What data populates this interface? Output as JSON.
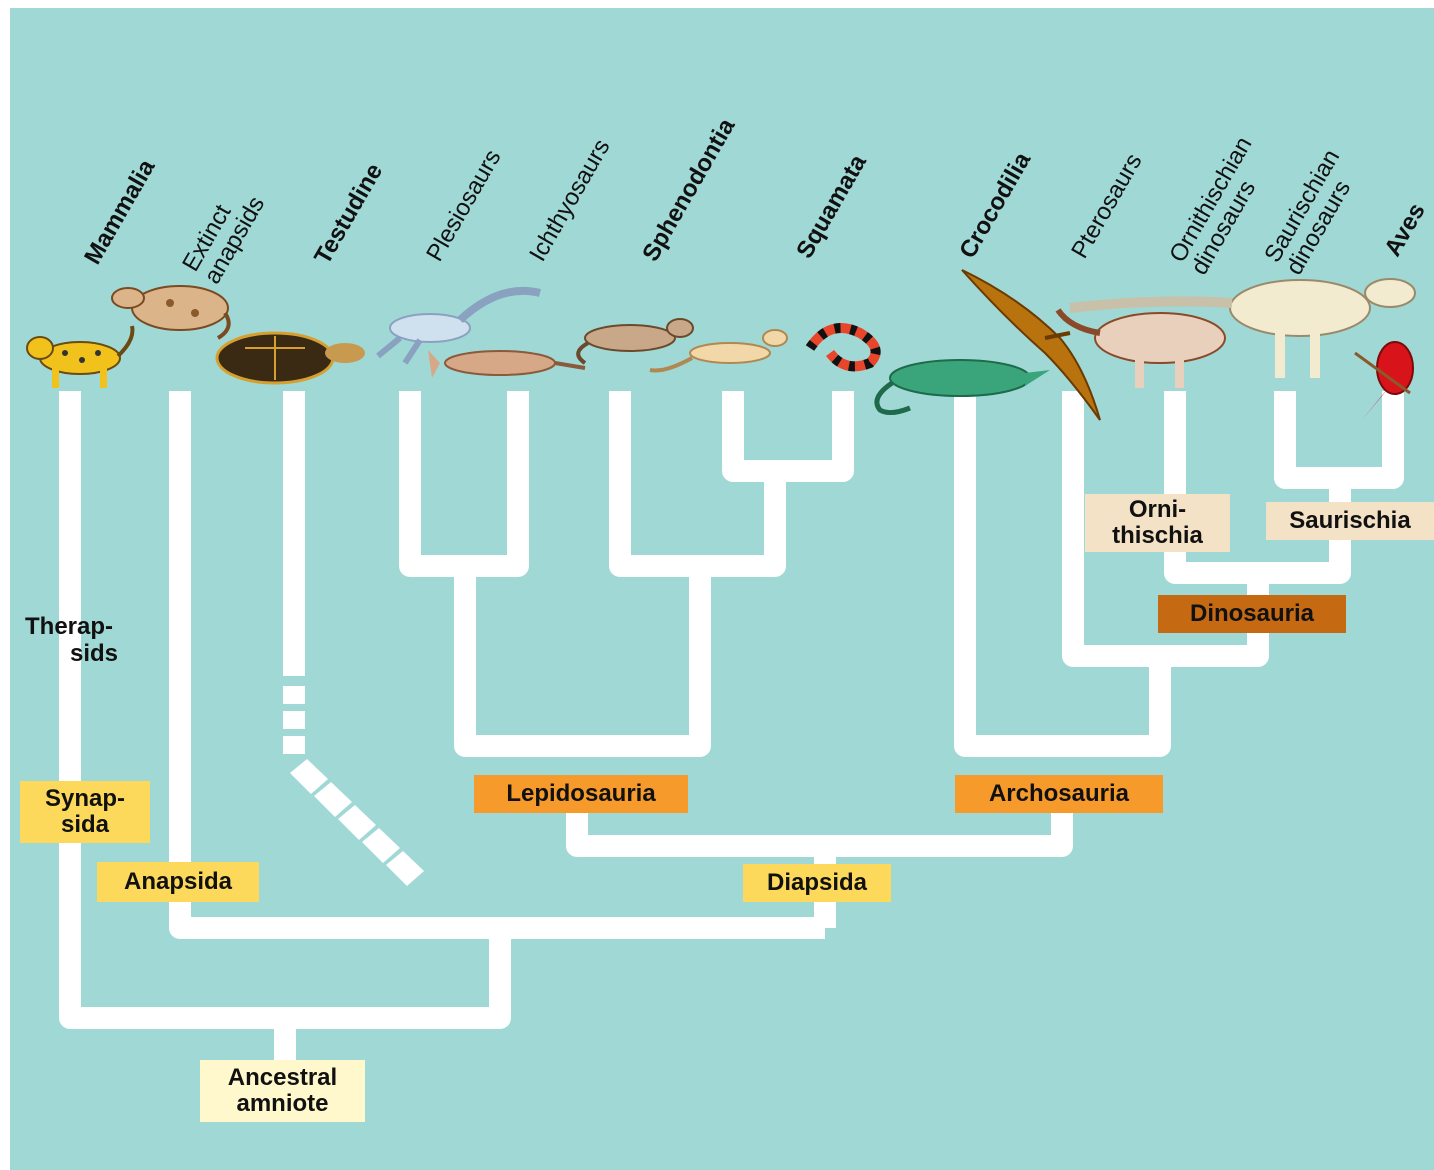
{
  "taxa": {
    "mammalia": "Mammalia",
    "extinct_anapsids": [
      "Extinct",
      "anapsids"
    ],
    "testudine": "Testudine",
    "plesiosaurs": "Plesiosaurs",
    "ichthyosaurs": "Ichthyosaurs",
    "sphenodontia": "Sphenodontia",
    "squamata": "Squamata",
    "crocodilia": "Crocodilia",
    "pterosaurs": "Pterosaurs",
    "ornithischian_dinosaurs": [
      "Ornithischian",
      "dinosaurs"
    ],
    "saurischian_dinosaurs": [
      "Saurischian",
      "dinosaurs"
    ],
    "aves": "Aves"
  },
  "clades": {
    "therapsids": [
      "Therap-",
      "sids"
    ],
    "synapsida": [
      "Synap-",
      "sida"
    ],
    "anapsida": "Anapsida",
    "lepidosauria": "Lepidosauria",
    "archosauria": "Archosauria",
    "diapsida": "Diapsida",
    "ornithischia": [
      "Orni-",
      "thischia"
    ],
    "saurischia": "Saurischia",
    "dinosauria": "Dinosauria",
    "ancestral_amniote": [
      "Ancestral",
      "amniote"
    ]
  },
  "animals": [
    "leopard",
    "extinct-anapsid",
    "turtle",
    "plesiosaur",
    "ichthyosaur",
    "tuatara",
    "gecko",
    "snake",
    "crocodile",
    "pterosaur",
    "ornithischian-dinosaur",
    "theropod-dinosaur",
    "cardinal"
  ],
  "colors": {
    "background": "#a0d8d6",
    "branch": "#ffffff",
    "label_yellow": "#fcd95a",
    "label_orange": "#f59a2b",
    "label_brown": "#c56a12",
    "label_cream": "#f3e2c5",
    "label_pale": "#fff8cc"
  }
}
